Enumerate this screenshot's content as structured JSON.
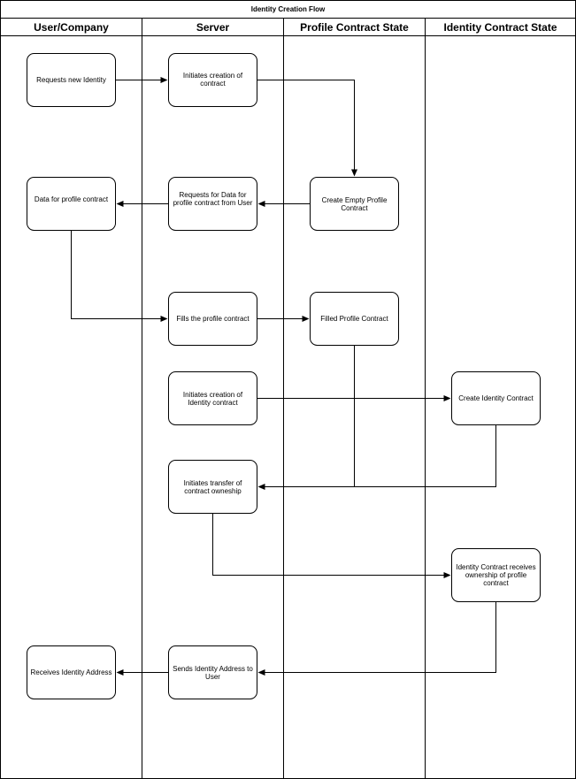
{
  "title": "Identity Creation Flow",
  "lanes": [
    {
      "id": "user",
      "label": "User/Company"
    },
    {
      "id": "server",
      "label": "Server"
    },
    {
      "id": "profile",
      "label": "Profile Contract State"
    },
    {
      "id": "identity",
      "label": "Identity Contract State"
    }
  ],
  "nodes": {
    "requests_new_identity": {
      "label": "Requests new Identity"
    },
    "initiates_creation_contract": {
      "label": "Initiates creation of contract"
    },
    "data_for_profile": {
      "label": "Data for profile contract"
    },
    "requests_data": {
      "label": "Requests for Data for profile contract from User"
    },
    "create_empty_profile": {
      "label": "Create Empty Profile Contract"
    },
    "fills_profile": {
      "label": "Fills the profile contract"
    },
    "filled_profile": {
      "label": "Filled Profile Contract"
    },
    "initiates_identity": {
      "label": "Initiates creation of Identity contract"
    },
    "create_identity": {
      "label": "Create Identity Contract"
    },
    "initiates_transfer": {
      "label": "Initiates transfer of contract owneship"
    },
    "identity_receives": {
      "label": "Identity Contract receives ownership of profile contract"
    },
    "receives_address": {
      "label": "Receives Identity Address"
    },
    "sends_address": {
      "label": "Sends Identity Address to User"
    }
  },
  "edges": [
    {
      "from": "requests_new_identity",
      "to": "initiates_creation_contract"
    },
    {
      "from": "initiates_creation_contract",
      "to": "create_empty_profile"
    },
    {
      "from": "create_empty_profile",
      "to": "requests_data"
    },
    {
      "from": "requests_data",
      "to": "data_for_profile"
    },
    {
      "from": "data_for_profile",
      "to": "fills_profile"
    },
    {
      "from": "fills_profile",
      "to": "filled_profile"
    },
    {
      "from": "initiates_identity",
      "to": "create_identity"
    },
    {
      "from": "filled_profile",
      "to": "initiates_transfer"
    },
    {
      "from": "create_identity",
      "to": "initiates_transfer"
    },
    {
      "from": "initiates_transfer",
      "to": "identity_receives"
    },
    {
      "from": "identity_receives",
      "to": "sends_address"
    },
    {
      "from": "sends_address",
      "to": "receives_address"
    }
  ]
}
